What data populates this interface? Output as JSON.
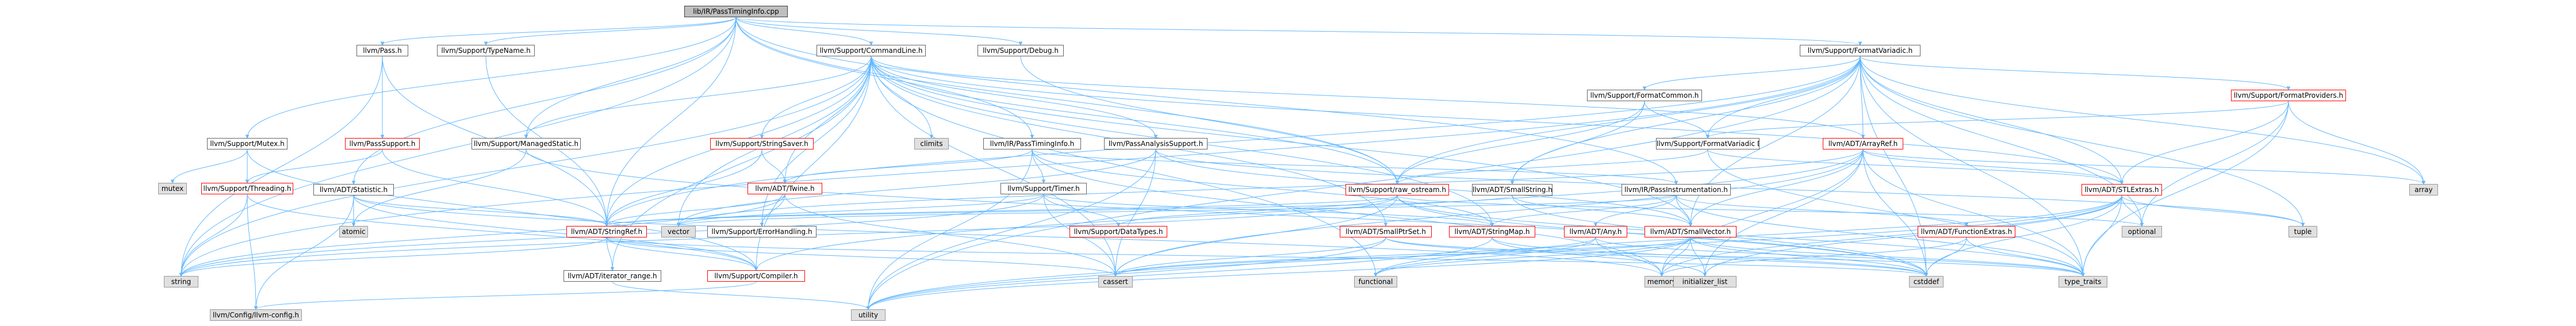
{
  "diagram": {
    "edge_color": "#63b8ff",
    "root_fill": "#bfbfbf",
    "node_border": "#666666",
    "red_border": "#ff0000",
    "system_fill": "#e0e0e0",
    "nodes": [
      {
        "id": "root",
        "label": "lib/IR/PassTimingInfo.cpp",
        "kind": "root"
      },
      {
        "id": "llvm_pass",
        "label": "llvm/Pass.h",
        "kind": "doc"
      },
      {
        "id": "typename",
        "label": "llvm/Support/TypeName.h",
        "kind": "doc"
      },
      {
        "id": "commandline",
        "label": "llvm/Support/CommandLine.h",
        "kind": "doc"
      },
      {
        "id": "debug",
        "label": "llvm/Support/Debug.h",
        "kind": "doc"
      },
      {
        "id": "formatvariadic",
        "label": "llvm/Support/FormatVariadic.h",
        "kind": "doc"
      },
      {
        "id": "mutex_h",
        "label": "llvm/Support/Mutex.h",
        "kind": "doc"
      },
      {
        "id": "passsupport",
        "label": "llvm/PassSupport.h",
        "kind": "red"
      },
      {
        "id": "statistic",
        "label": "llvm/ADT/Statistic.h",
        "kind": "doc"
      },
      {
        "id": "managedstatic",
        "label": "llvm/Support/ManagedStatic.h",
        "kind": "doc"
      },
      {
        "id": "stringsaver",
        "label": "llvm/Support/StringSaver.h",
        "kind": "red"
      },
      {
        "id": "climits",
        "label": "climits",
        "kind": "sys"
      },
      {
        "id": "passtiminginfo",
        "label": "llvm/IR/PassTimingInfo.h",
        "kind": "doc"
      },
      {
        "id": "passanalysissupport",
        "label": "llvm/PassAnalysisSupport.h",
        "kind": "doc"
      },
      {
        "id": "formatcommon",
        "label": "llvm/Support/FormatCommon.h",
        "kind": "doc"
      },
      {
        "id": "formatproviders",
        "label": "llvm/Support/FormatProviders.h",
        "kind": "red"
      },
      {
        "id": "mutex",
        "label": "mutex",
        "kind": "sys"
      },
      {
        "id": "threading",
        "label": "llvm/Support/Threading.h",
        "kind": "red"
      },
      {
        "id": "atomic",
        "label": "atomic",
        "kind": "sys"
      },
      {
        "id": "twine",
        "label": "llvm/ADT/Twine.h",
        "kind": "red"
      },
      {
        "id": "timer",
        "label": "llvm/Support/Timer.h",
        "kind": "doc"
      },
      {
        "id": "fvdetails",
        "label": "llvm/Support/FormatVariadic Details.h",
        "kind": "doc"
      },
      {
        "id": "arrayref",
        "label": "llvm/ADT/ArrayRef.h",
        "kind": "red"
      },
      {
        "id": "array",
        "label": "array",
        "kind": "sys"
      },
      {
        "id": "rawostream",
        "label": "llvm/Support/raw_ostream.h",
        "kind": "red"
      },
      {
        "id": "smallstring",
        "label": "llvm/ADT/SmallString.h",
        "kind": "doc"
      },
      {
        "id": "passinstrumentation",
        "label": "llvm/IR/PassInstrumentation.h",
        "kind": "doc"
      },
      {
        "id": "stlextras",
        "label": "llvm/ADT/STLExtras.h",
        "kind": "red"
      },
      {
        "id": "tuple",
        "label": "tuple",
        "kind": "sys"
      },
      {
        "id": "vector",
        "label": "vector",
        "kind": "sys"
      },
      {
        "id": "errorhandling",
        "label": "llvm/Support/ErrorHandling.h",
        "kind": "doc"
      },
      {
        "id": "stringref",
        "label": "llvm/ADT/StringRef.h",
        "kind": "red"
      },
      {
        "id": "datatypes",
        "label": "llvm/Support/DataTypes.h",
        "kind": "red"
      },
      {
        "id": "smallptrset",
        "label": "llvm/ADT/SmallPtrSet.h",
        "kind": "red"
      },
      {
        "id": "stringmap",
        "label": "llvm/ADT/StringMap.h",
        "kind": "red"
      },
      {
        "id": "any",
        "label": "llvm/ADT/Any.h",
        "kind": "red"
      },
      {
        "id": "smallvector",
        "label": "llvm/ADT/SmallVector.h",
        "kind": "red"
      },
      {
        "id": "functionextras",
        "label": "llvm/ADT/FunctionExtras.h",
        "kind": "red"
      },
      {
        "id": "optional",
        "label": "optional",
        "kind": "sys"
      },
      {
        "id": "string",
        "label": "string",
        "kind": "sys"
      },
      {
        "id": "iterator_range",
        "label": "llvm/ADT/iterator_range.h",
        "kind": "doc"
      },
      {
        "id": "compiler",
        "label": "llvm/Support/Compiler.h",
        "kind": "red"
      },
      {
        "id": "cassert",
        "label": "cassert",
        "kind": "sys"
      },
      {
        "id": "functional",
        "label": "functional",
        "kind": "sys"
      },
      {
        "id": "memory",
        "label": "memory",
        "kind": "sys"
      },
      {
        "id": "initializer_list",
        "label": "initializer_list",
        "kind": "sys"
      },
      {
        "id": "cstddef",
        "label": "cstddef",
        "kind": "sys"
      },
      {
        "id": "type_traits",
        "label": "type_traits",
        "kind": "sys"
      },
      {
        "id": "llvm_config",
        "label": "llvm/Config/llvm-config.h",
        "kind": "sys"
      },
      {
        "id": "utility",
        "label": "utility",
        "kind": "sys"
      }
    ]
  }
}
